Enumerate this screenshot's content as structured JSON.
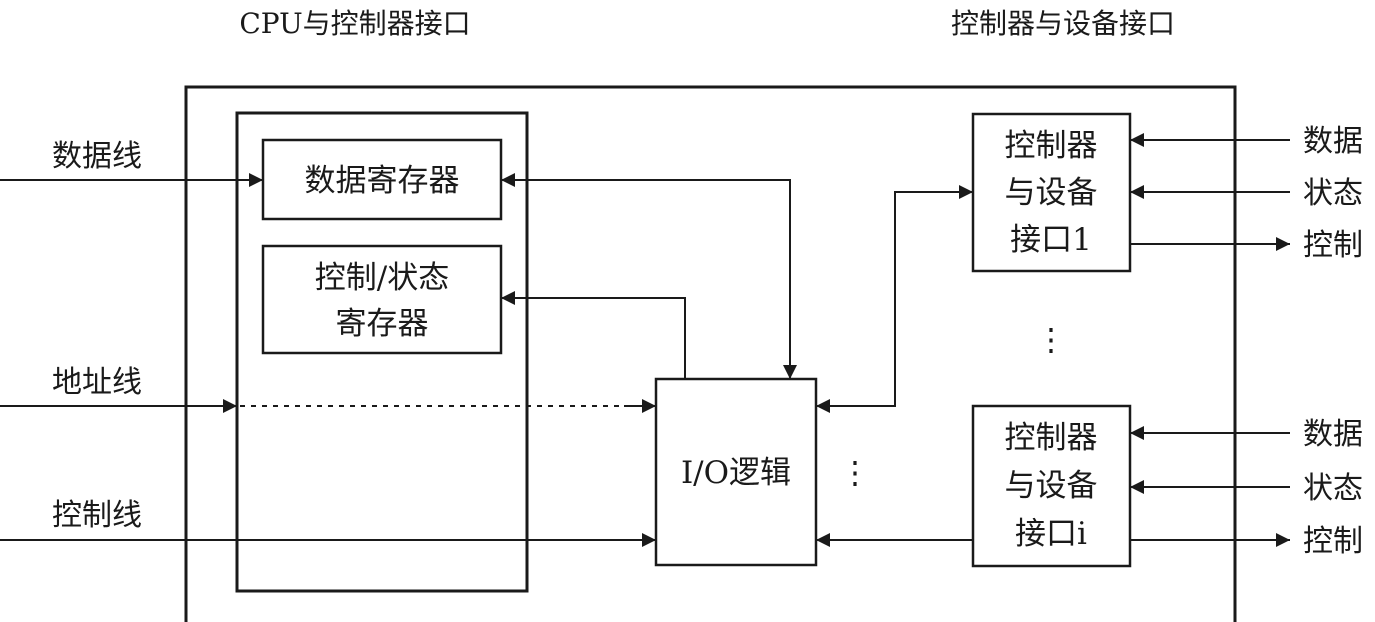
{
  "headers": {
    "left": "CPU与控制器接口",
    "right": "控制器与设备接口"
  },
  "cpu_side": {
    "data_line": "数据线",
    "address_line": "地址线",
    "control_line": "控制线"
  },
  "registers": {
    "data_register": "数据寄存器",
    "status_register_line1": "控制/状态",
    "status_register_line2": "寄存器"
  },
  "io_logic": "I/O逻辑",
  "ellipsis": "⋮",
  "device_interfaces": [
    {
      "line1": "控制器",
      "line2": "与设备",
      "line3": "接口1",
      "data": "数据",
      "status": "状态",
      "control": "控制"
    },
    {
      "line1": "控制器",
      "line2": "与设备",
      "line3": "接口i",
      "data": "数据",
      "status": "状态",
      "control": "控制"
    }
  ]
}
